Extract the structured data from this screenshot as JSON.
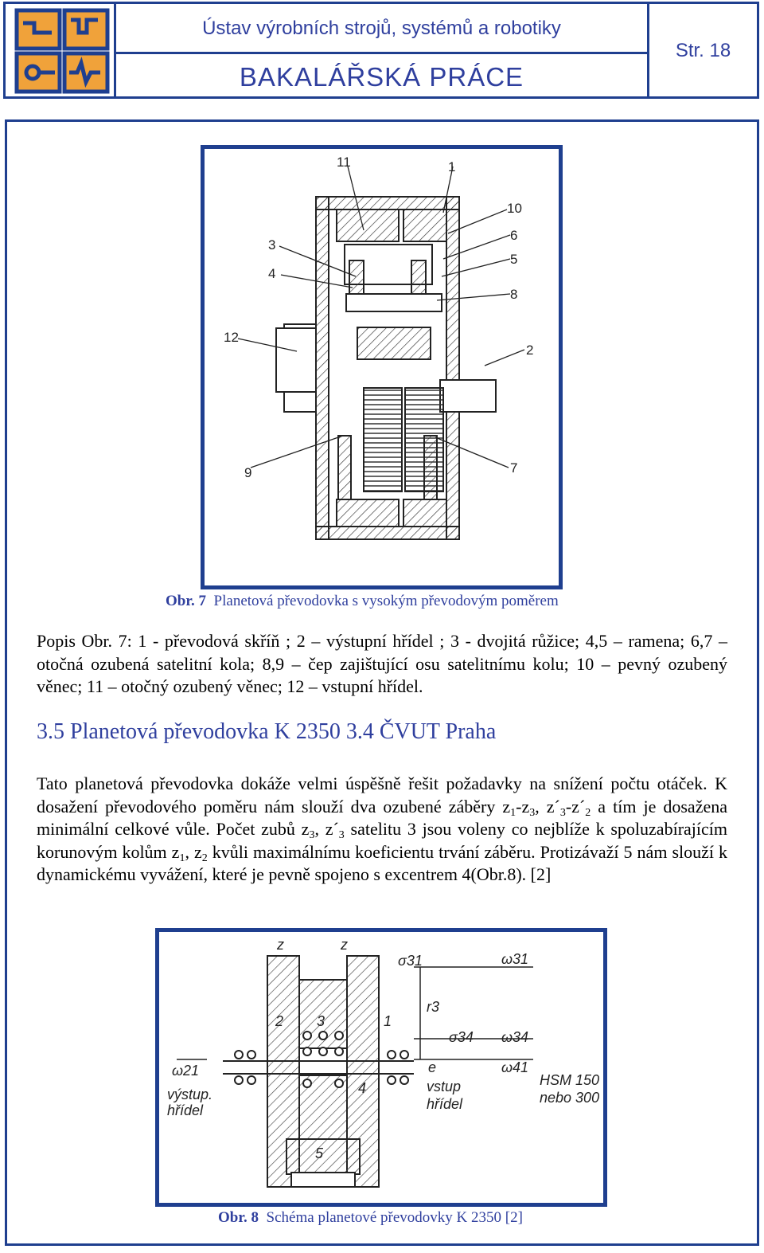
{
  "header": {
    "institute": "Ústav výrobních strojů, systémů a robotiky",
    "thesis_type": "BAKALÁŘSKÁ PRÁCE",
    "page": "Str. 18"
  },
  "figure7": {
    "labels": [
      "11",
      "1",
      "10",
      "6",
      "5",
      "8",
      "3",
      "4",
      "12",
      "2",
      "9",
      "7"
    ],
    "caption_prefix": "Obr. 7",
    "caption_text": "Planetová převodovka s vysokým převodovým poměrem"
  },
  "description": {
    "lead": "Popis Obr. 7:",
    "text": "1 - převodová skříň ; 2 – výstupní hřídel ; 3 - dvojitá růžice; 4,5 – ramena; 6,7 – otočná ozubená satelitní kola; 8,9 – čep zajištující osu satelitnímu kolu; 10 – pevný ozubený věnec; 11 – otočný ozubený věnec; 12 – vstupní hřídel."
  },
  "section": {
    "heading": "3.5 Planetová převodovka K 2350 3.4 ČVUT Praha",
    "p1": "Tato planetová převodovka dokáže velmi úspěšně řešit požadavky na snížení počtu otáček. K dosažení převodového poměru nám slouží dva ozubené záběry z",
    "p2": "-z",
    "p3": ", z´",
    "p4": "-z´",
    "p5": " a tím je dosažena minimální celkové vůle. Počet zubů z",
    "p6": ", z´",
    "p7": " satelitu 3 jsou voleny co nejblíže k spoluzabírajícím korunovým kolům z",
    "p8": ", z",
    "p9": " kvůli maximálnímu koeficientu trvání záběru. Protizávaží 5 nám slouží k dynamickému vyvážení, které je pevně spojeno s excentrem 4(Obr.8). [2]",
    "sub1": "1",
    "sub3": "3",
    "sub2": "2"
  },
  "figure8": {
    "labels": {
      "z2": "z",
      "z1": "z",
      "sigma31": "σ31",
      "omega31": "ω31",
      "r3": "r3",
      "sigma34": "σ34",
      "omega34": "ω34",
      "e": "e",
      "omega41": "ω41",
      "omega21": "ω21",
      "output": "výstup.",
      "output2": "hřídel",
      "input": "vstup",
      "input2": "hřídel",
      "hsm": "HSM 150",
      "hsm2": "nebo 300",
      "n1": "1",
      "n2": "2",
      "n3": "3",
      "n4": "4",
      "n5": "5"
    },
    "caption_prefix": "Obr. 8",
    "caption_text": "Schéma planetové převodovky K 2350 [2]"
  }
}
